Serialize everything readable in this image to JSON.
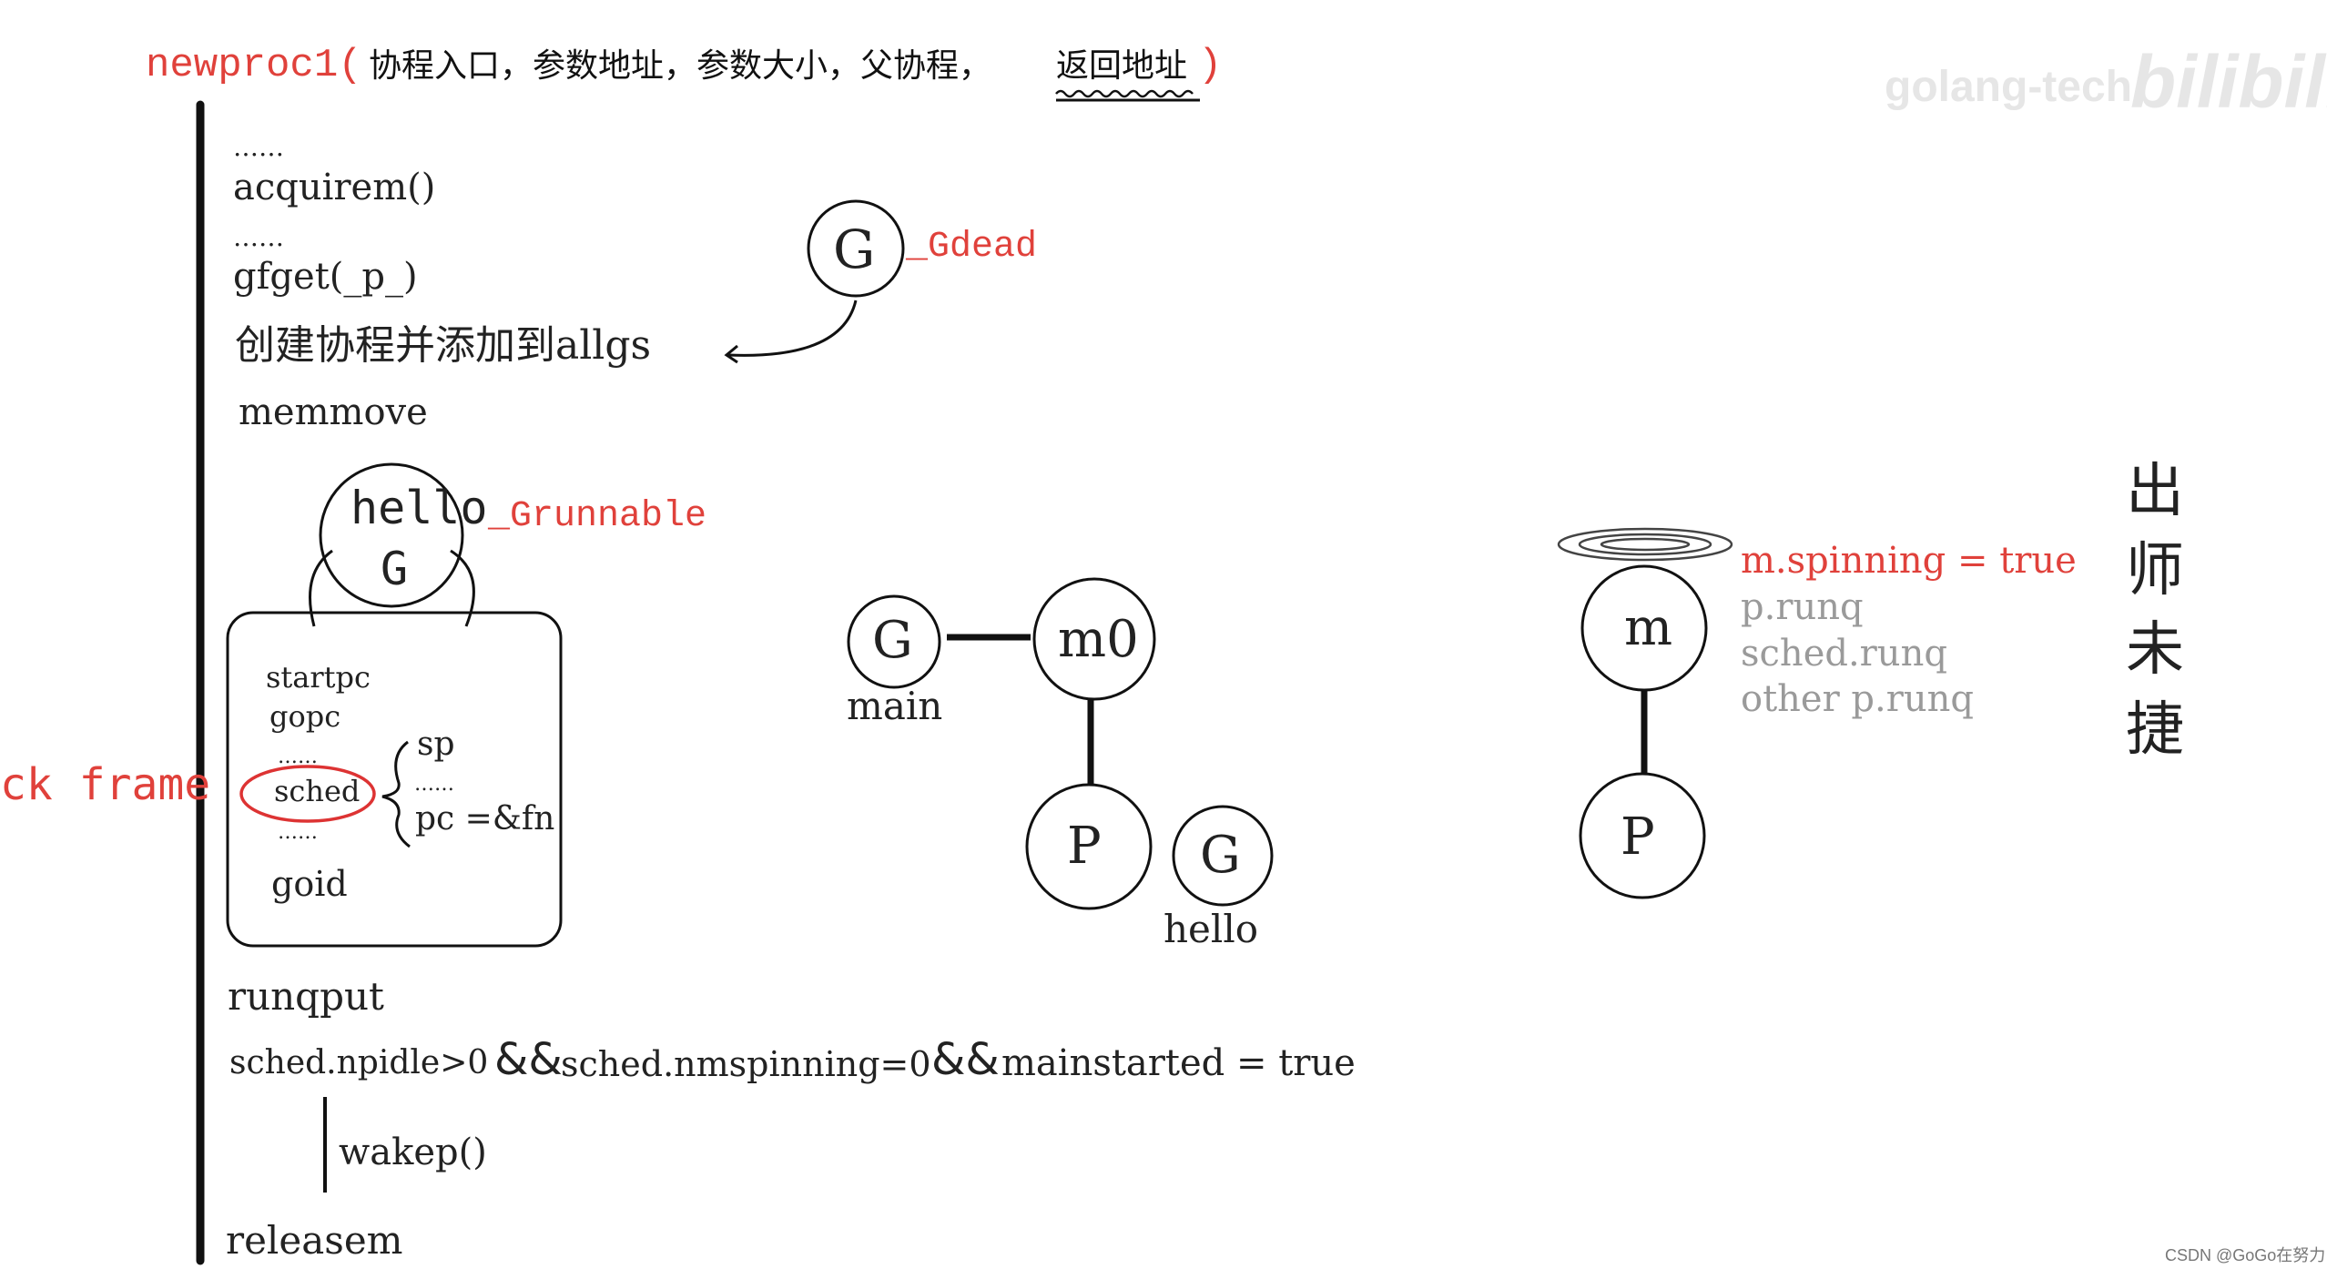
{
  "header": {
    "func": "newproc1(",
    "params": "协程入口，参数地址，参数大小，父协程，",
    "ret": "返回地址",
    "close": ")"
  },
  "watermark": {
    "channel": "golang-tech",
    "site": "bilibili"
  },
  "side_label": "ck frame",
  "steps": {
    "dots1": "……",
    "acquirem": "acquirem()",
    "dots2": "……",
    "gfget": "gfget(_p_)",
    "create": "创建协程并添加到allgs",
    "memmove": "memmove",
    "runqput": "runqput",
    "releasem": "releasem"
  },
  "gdead": {
    "node": "G",
    "state": "_Gdead"
  },
  "hello_g": {
    "line1": "hello",
    "line2": "G",
    "state": "_Grunnable"
  },
  "gobuf": {
    "startpc": "startpc",
    "gopc": "gopc",
    "dots_a": "……",
    "sched": "sched",
    "dots_b": "……",
    "goid": "goid",
    "sp": "sp",
    "dots_c": "……",
    "pc": "pc =&fn"
  },
  "condition": {
    "c1": "sched.npidle>0",
    "and1": "&&",
    "c2": "sched.nmspinning=0",
    "and2": "&&",
    "c3": "mainstarted = true",
    "call": "wakep()"
  },
  "mid_graph": {
    "g_main": "G",
    "main_label": "main",
    "m0": "m0",
    "p": "P",
    "g_hello": "G",
    "hello_label": "hello"
  },
  "right_graph": {
    "m": "m",
    "p": "P",
    "notes": [
      "m.spinning = true",
      "p.runq",
      "sched.runq",
      "other p.runq"
    ]
  },
  "vertical_text": [
    "出",
    "师",
    "未",
    "捷"
  ],
  "footer": "CSDN @GoGo在努力",
  "colors": {
    "accent": "#e0413b",
    "ink": "#222222",
    "muted": "#9a9a9a"
  }
}
